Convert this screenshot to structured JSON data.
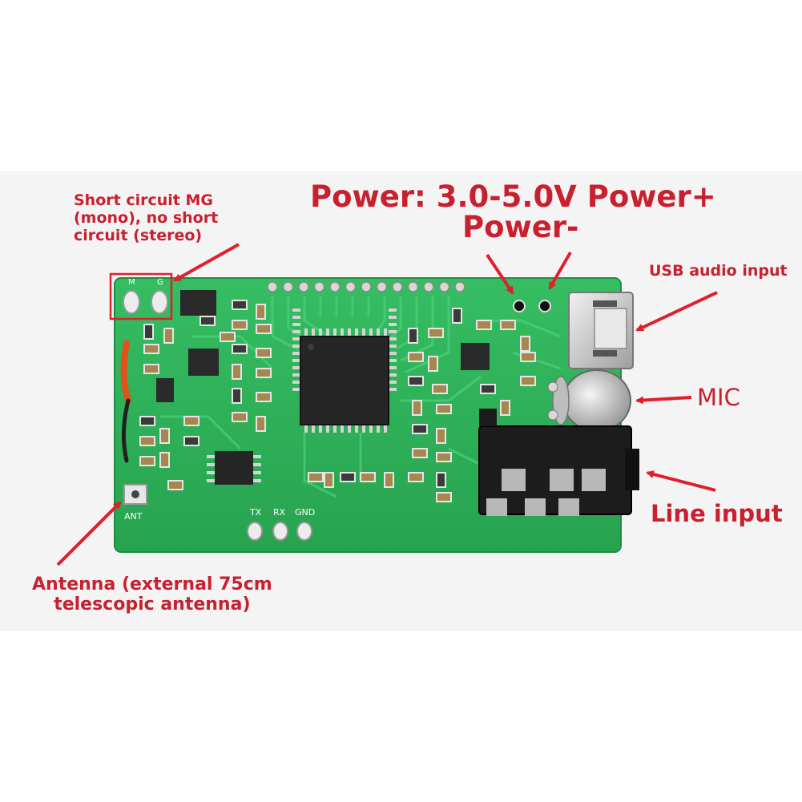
{
  "annotations": {
    "short_circuit": [
      "Short circuit MG",
      "(mono), no short",
      "circuit (stereo)"
    ],
    "power_line1": "Power: 3.0-5.0V Power+",
    "power_line2": "Power-",
    "usb": "USB audio input",
    "mic": "MIC",
    "line_input": "Line input",
    "antenna": [
      "Antenna (external 75cm",
      "telescopic antenna)"
    ]
  },
  "board_silkscreen": {
    "tx": "TX",
    "rx": "RX",
    "gnd": "GND",
    "ant": "ANT",
    "pad_left": "M",
    "pad_right": "G"
  },
  "colors": {
    "annotation": "#c8202f",
    "pcb": "#2fb35a",
    "pcb_dark": "#1e8c42",
    "chip": "#2a2a2a",
    "metal": "#c9c9c9"
  }
}
